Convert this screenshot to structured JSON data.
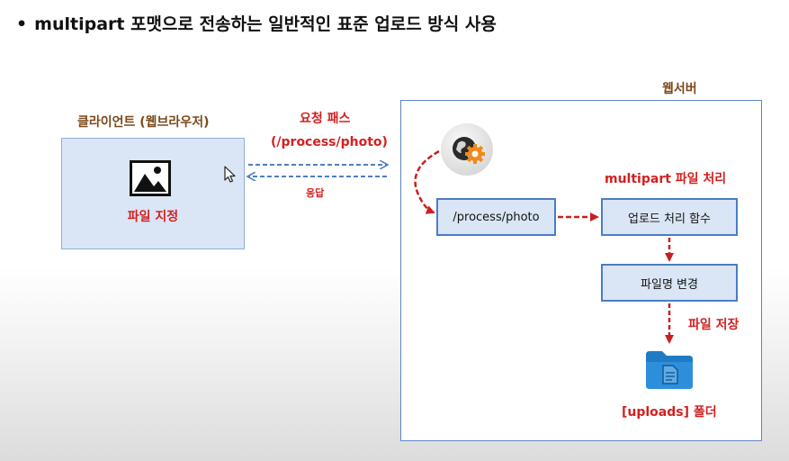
{
  "heading": {
    "bullet": "•",
    "text": "multipart 포맷으로 전송하는 일반적인 표준 업로드 방식 사용"
  },
  "client": {
    "label": "클라이언트 (웹브라우저)",
    "caption": "파일 지정",
    "icon": "image-icon"
  },
  "request": {
    "label": "요청 패스",
    "path": "(/process/photo)"
  },
  "response": {
    "label": "응답"
  },
  "server": {
    "label": "웹서버",
    "handler_icon": "globe-gear-icon",
    "path_node": "/process/photo",
    "multipart_label": "multipart 파일 처리",
    "upload_node": "업로드 처리 함수",
    "rename_node": "파일명 변경",
    "save_label": "파일 저장",
    "folder_label": "[uploads] 폴더",
    "folder_icon": "folder-document-icon"
  },
  "colors": {
    "label_brown": "#7b4a1a",
    "accent_red": "#d42020",
    "box_fill": "#dae6f5",
    "box_border": "#4a7cc4",
    "arrow_blue": "#4f7fc0",
    "folder_blue": "#1f7bc4"
  }
}
